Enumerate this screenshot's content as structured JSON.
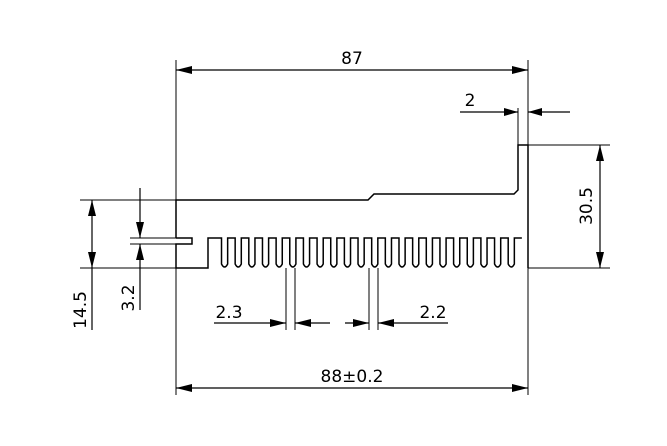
{
  "drawing": {
    "dimensions": {
      "overall_top": "87",
      "top_right_wall": "2",
      "right_height": "30.5",
      "left_height": "14.5",
      "slot_height": "3.2",
      "fin_thickness_left": "2.3",
      "fin_thickness_right": "2.2",
      "overall_bottom": "88±0.2"
    },
    "fin_count": 23
  }
}
